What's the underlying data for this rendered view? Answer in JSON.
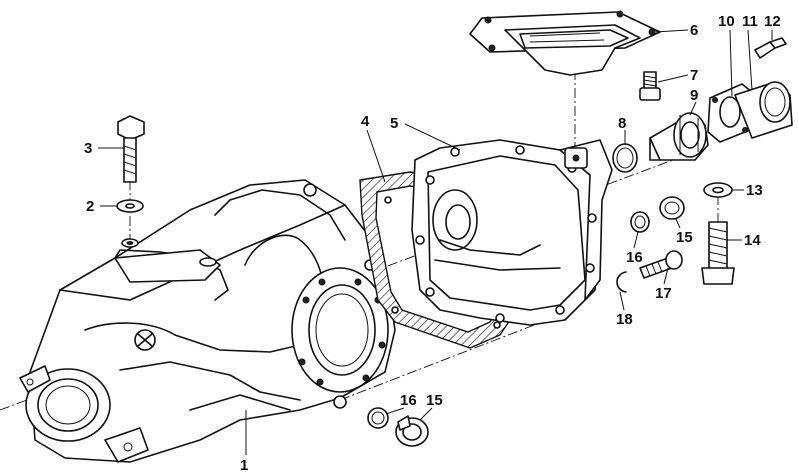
{
  "parts": [
    {
      "id": "1",
      "label": "1"
    },
    {
      "id": "2",
      "label": "2"
    },
    {
      "id": "3",
      "label": "3"
    },
    {
      "id": "4",
      "label": "4"
    },
    {
      "id": "5",
      "label": "5"
    },
    {
      "id": "6",
      "label": "6"
    },
    {
      "id": "7",
      "label": "7"
    },
    {
      "id": "8",
      "label": "8"
    },
    {
      "id": "9",
      "label": "9"
    },
    {
      "id": "10",
      "label": "10"
    },
    {
      "id": "11",
      "label": "11"
    },
    {
      "id": "12",
      "label": "12"
    },
    {
      "id": "13",
      "label": "13"
    },
    {
      "id": "14",
      "label": "14"
    },
    {
      "id": "15a",
      "label": "15"
    },
    {
      "id": "16a",
      "label": "16"
    },
    {
      "id": "17",
      "label": "17"
    },
    {
      "id": "18",
      "label": "18"
    },
    {
      "id": "16b",
      "label": "16"
    },
    {
      "id": "15b",
      "label": "15"
    }
  ]
}
